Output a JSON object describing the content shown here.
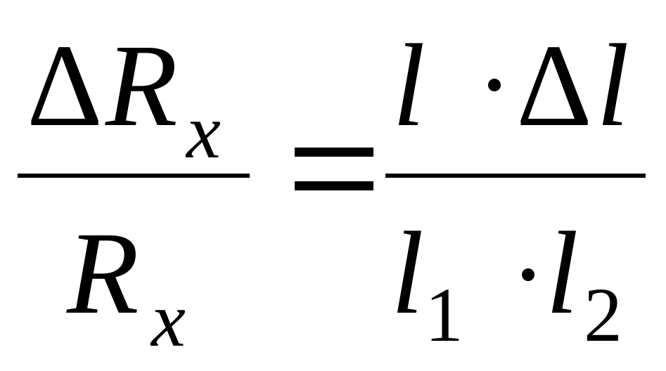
{
  "equation": {
    "lhs": {
      "numerator": {
        "delta": "Δ",
        "var": "R",
        "sub": "x"
      },
      "denominator": {
        "var": "R",
        "sub": "x"
      }
    },
    "equals": "=",
    "rhs": {
      "numerator": {
        "left": "l",
        "dot": "·",
        "delta": "Δ",
        "right": "l"
      },
      "denominator": {
        "left": "l",
        "left_sub": "1",
        "dot": "·",
        "right": "l",
        "right_sub": "2"
      }
    }
  },
  "colors": {
    "ink": "#000000",
    "background": "#ffffff"
  }
}
